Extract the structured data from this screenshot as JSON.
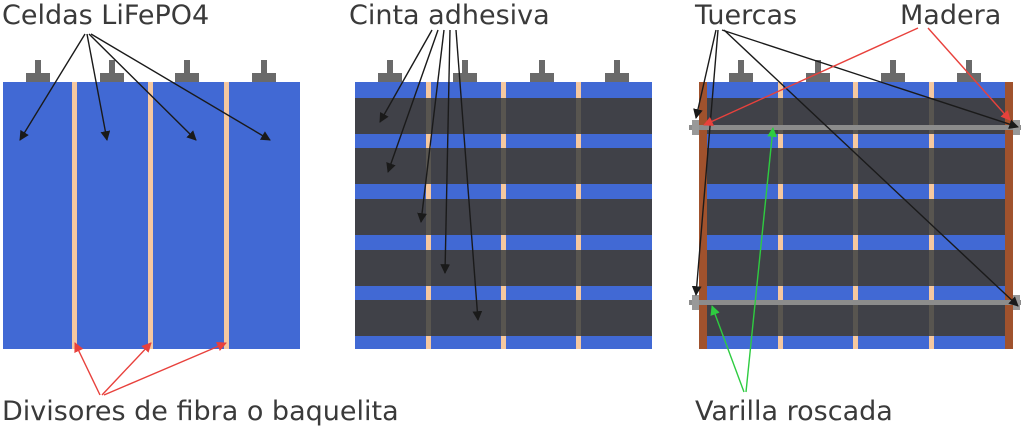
{
  "labels": {
    "cells": "Celdas LiFePO4",
    "tape": "Cinta adhesiva",
    "nuts": "Tuercas",
    "wood": "Madera",
    "dividers": "Divisores de fibra o baquelita",
    "rod": "Varilla roscada"
  },
  "colors": {
    "cell_blue": "#4169d4",
    "divider": "#f5c8a0",
    "tape": "#404148",
    "terminal": "#6a6a6a",
    "wood": "#a0522d",
    "rod": "#8c8c8c",
    "arrow_black": "#1a1a1a",
    "arrow_red": "#e8413c",
    "arrow_green": "#2ecc40",
    "text": "#3a3a3a"
  }
}
